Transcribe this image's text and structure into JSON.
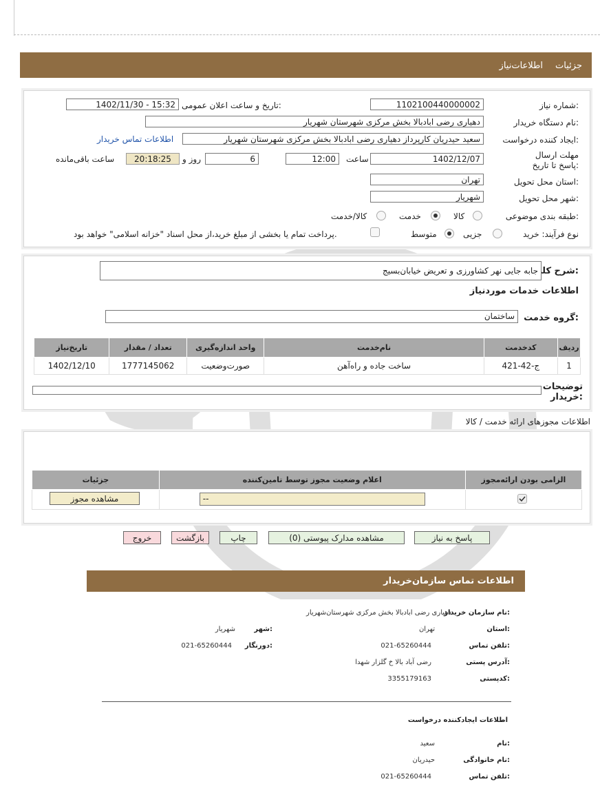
{
  "header": {
    "tab_details": "جزئیات",
    "tab_info": "اطلاعات‌نیاز"
  },
  "form": {
    "need_number_label": "شماره نیاز:",
    "need_number": "1102100440000002",
    "announce_label": "تاریخ و ساعت اعلان عمومی:",
    "announce_value": "1402/11/30 - 15:32",
    "buyer_org_label": "نام دستگاه خریدار:",
    "buyer_org": "دهیاری رضی ابادبالا بخش مرکزی شهرستان شهریار",
    "requester_label": "ایجاد کننده درخواست:",
    "requester": "سعید حیدریان کارپرداز دهیاری رضی ابادبالا بخش مرکزی شهرستان شهریار",
    "contact_link": "اطلاعات تماس خریدار",
    "deadline_label": "مهلت ارسال پاسخ تا تاریخ:",
    "deadline_date": "1402/12/07",
    "time_label": "ساعت",
    "deadline_time": "12:00",
    "days_value": "6",
    "days_label": "روز و",
    "remaining_time": "20:18:25",
    "remaining_label": "ساعت باقی‌مانده",
    "province_label": "استان محل تحویل:",
    "province": "تهران",
    "city_label": "شهر محل تحویل:",
    "city": "شهریار",
    "category_label": "طبقه بندی موضوعی:",
    "category_options": [
      "کالا",
      "خدمت",
      "کالا/خدمت"
    ],
    "process_label": "نوع فرآیند: خرید",
    "process_options": [
      "جزیی",
      "متوسط"
    ],
    "payment_note": "پرداخت تمام یا بخشی از مبلغ خرید،از محل اسناد \"خزانه اسلامی\" خواهد بود."
  },
  "summary": {
    "general_label": "شرح کلی نیاز:",
    "general_value": "جابه جایی نهر کشاورزی و تعریض خیابان‌بسیج",
    "services_title": "اطلاعات خدمات موردنیاز",
    "group_label": "گروه خدمت:",
    "group_value": "ساختمان",
    "table_headers": [
      "ردیف",
      "کدخدمت",
      "نام‌خدمت",
      "واحد اندازه‌گیری",
      "تعداد / مقدار",
      "تاریخ‌نیاز"
    ],
    "rows": [
      [
        "1",
        "ج-42-421",
        "ساخت جاده و راه‌آهن",
        "صورت‌وضعیت",
        "1777145062",
        "1402/12/10"
      ]
    ],
    "buyer_notes_label": "توضیحات خریدار:"
  },
  "permits": {
    "title": "اطلاعات مجوزهای ارائه خدمت / کالا",
    "headers": [
      "الزامی بودن ارائه‌مجوز",
      "اعلام وضعیت مجوز توسط تامین‌کننده",
      "جزئیات"
    ],
    "status_value": "--",
    "view_button": "مشاهده مجوز"
  },
  "actions": {
    "reply": "پاسخ به نیاز",
    "attachments": "مشاهده مدارک پیوستی (0)",
    "print": "چاپ",
    "back": "بازگشت",
    "exit": "خروج"
  },
  "contact": {
    "title": "اطلاعات تماس سازمان‌خریدار",
    "org_label": "نام سازمان خریدار:",
    "org_value": "دهیاری رضی ابادبالا بخش مرکزی شهرستان‌شهریار",
    "province_label": "استان:",
    "province_value": "تهران",
    "city_label": "شهر:",
    "city_value": "شهریار",
    "phone_label": "تلفن تماس:",
    "phone_value": "021-65260444",
    "fax_label": "دورنگار:",
    "fax_value": "021-65260444",
    "address_label": "آدرس پستی:",
    "address_value": "رضی آباد بالا خ گلزار شهدا",
    "postal_label": "کدپستی:",
    "postal_value": "3355179163",
    "creator_title": "اطلاعات ایجادکننده درخواست",
    "first_name_label": "نام:",
    "first_name_value": "سعید",
    "last_name_label": "نام خانوادگی:",
    "last_name_value": "حیدریان",
    "creator_phone_label": "تلفن تماس:",
    "creator_phone_value": "021-65260444"
  },
  "colors": {
    "brand": "#8f6d43",
    "header_grid": "#a9a9a9",
    "remaining_bg": "#efe6c4"
  }
}
